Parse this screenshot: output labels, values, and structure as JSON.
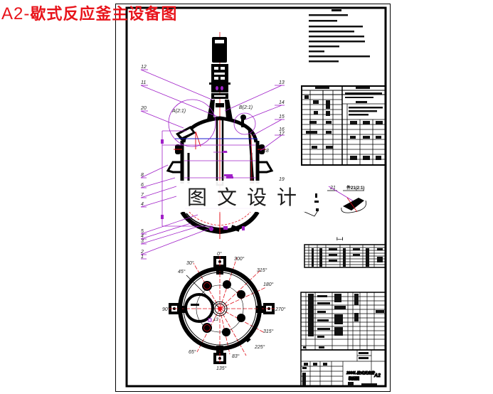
{
  "title": {
    "prefix": "A2-",
    "text": "歇式反应釜主设备图"
  },
  "watermark": {
    "chars": [
      "图",
      "文",
      "设",
      "计"
    ]
  },
  "colors": {
    "title_red": "#e8141b",
    "leader_magenta": "#a020c8",
    "centerline_red": "#e0101a",
    "outline_black": "#000000",
    "dimension_blue": "#1a1acc"
  },
  "drawing": {
    "callouts_left_top": [
      "12",
      "11",
      "20"
    ],
    "callouts_right_top": [
      "13",
      "14",
      "15",
      "16",
      "17",
      "18"
    ],
    "callouts_left_bottom": [
      "8",
      "6",
      "7",
      "4",
      "5",
      "4",
      "3",
      "2",
      "1"
    ],
    "callout_right_mid": "19",
    "detail_labels": [
      "A(2:1)",
      "B(2:1)"
    ],
    "detail_view_label": "21",
    "detail_view_title": "件21(2:1)",
    "section_label": "I—I",
    "plan_angles": [
      "0°",
      "30°",
      "45°",
      "90°",
      "135°",
      "180°",
      "225°",
      "270°",
      "300°",
      "315°",
      "65°",
      "83°"
    ],
    "plan_angle_positions": {
      "top": "0°",
      "right": "270°",
      "left": "90°",
      "bottom": "180°"
    },
    "tech_requirements_title": "技术要求",
    "tech_requirements_lines": 11,
    "title_block": {
      "drawing_name": "2000L歇式反应釜",
      "subtitle": "装配图",
      "sheet_size": "A2"
    }
  }
}
